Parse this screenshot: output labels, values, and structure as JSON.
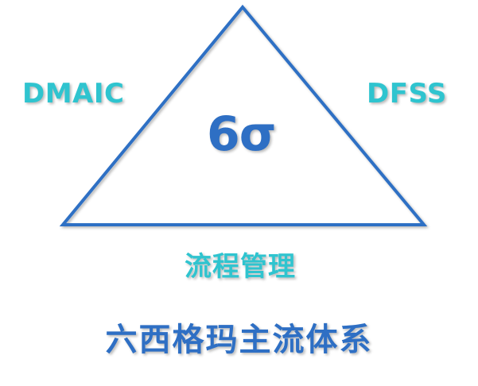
{
  "diagram": {
    "center_label": "6σ",
    "left_label": "DMAIC",
    "right_label": "DFSS",
    "bottom_label": "流程管理",
    "caption": "六西格玛主流体系"
  },
  "colors": {
    "triangle_stroke": "#2e6fc4",
    "center_text": "#2e6fc4",
    "vertex_labels": "#2fc4cf",
    "caption": "#2e6fc4",
    "background": "#ffffff"
  }
}
